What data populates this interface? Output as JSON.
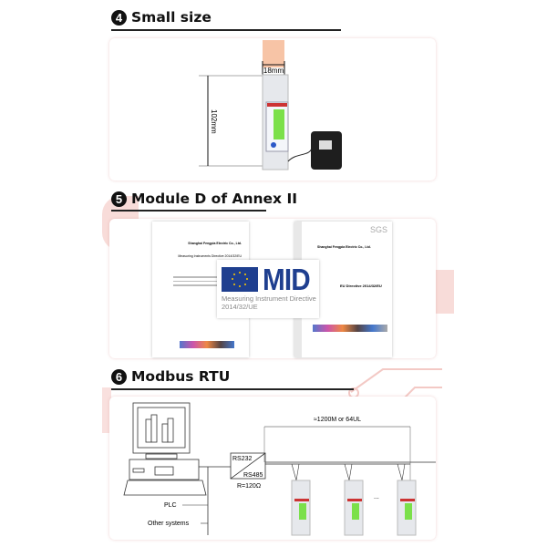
{
  "sections": [
    {
      "number": "4",
      "title": "Small size"
    },
    {
      "number": "5",
      "title": "Module D of Annex II"
    },
    {
      "number": "6",
      "title": "Modbus RTU"
    }
  ],
  "size": {
    "width_label": "18mm",
    "height_label": "102mm"
  },
  "certificates": {
    "left_company": "Shanghai Fengpia Electric Co., Ltd.",
    "left_directive": "Measuring Instruments Directive 2014/32/EU",
    "right_brand": "SGS",
    "right_company": "Shanghai Fengpia Electric Co., Ltd.",
    "right_directive": "EU Directive 2014/32/EU",
    "mid_logo": "MID",
    "mid_subtitle_1": "Measuring Instrument Directive",
    "mid_subtitle_2": "2014/32/UE"
  },
  "modbus": {
    "distance_label": "≈1200M or 64UL",
    "converter_top": "RS232",
    "converter_bottom": "RS485",
    "resistor": "R=120Ω",
    "plc": "PLC",
    "other_systems": "Other systems",
    "ellipsis": "..."
  },
  "colors": {
    "accent_pink": "#f6d3d0",
    "lcd_green": "#7be04a",
    "eu_blue": "#1f3f8f"
  }
}
